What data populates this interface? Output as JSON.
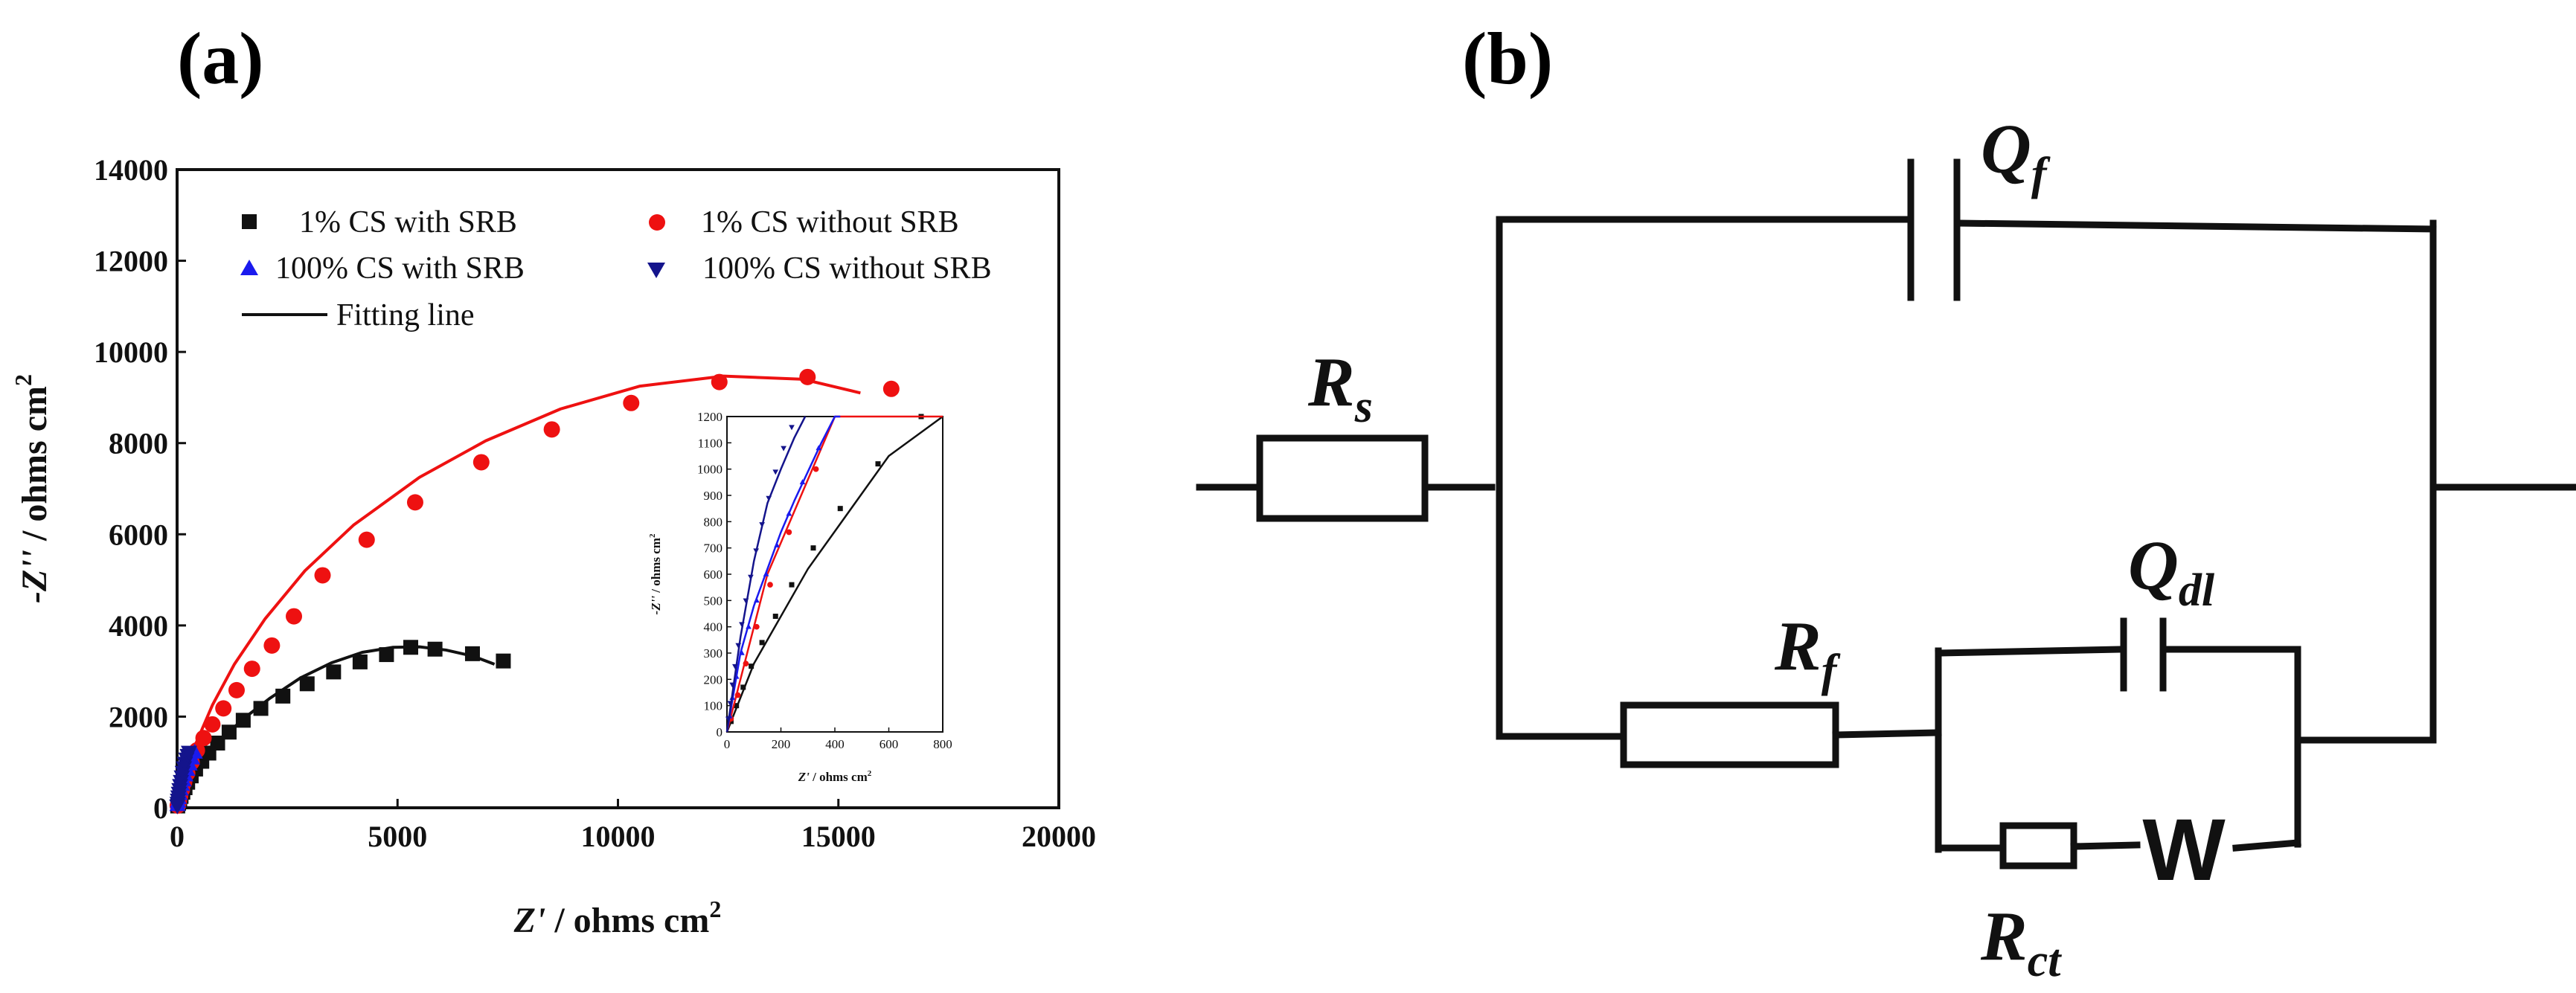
{
  "panels": {
    "a_label": "(a)",
    "b_label": "(b)"
  },
  "colors": {
    "black": "#111111",
    "red": "#ee1111",
    "blue": "#1a1aee",
    "navy": "#14148c"
  },
  "chart_data": [
    {
      "type": "scatter",
      "title": "",
      "xlabel_main": "Z'",
      "xlabel_rest": " / ohms cm",
      "xlabel_sup": "2",
      "ylabel_main": "-Z''",
      "ylabel_rest": " / ohms cm",
      "ylabel_sup": "2",
      "xlim": [
        0,
        20000
      ],
      "ylim": [
        0,
        14000
      ],
      "xticks": [
        "0",
        "5000",
        "10000",
        "15000",
        "20000"
      ],
      "yticks": [
        "0",
        "2000",
        "4000",
        "6000",
        "8000",
        "10000",
        "12000",
        "14000"
      ],
      "legend": {
        "placement": "top-left",
        "fit_label": "Fitting line"
      },
      "series": [
        {
          "name": "1% CS with SRB",
          "marker": "square",
          "color": "#111111",
          "x": [
            15,
            35,
            60,
            90,
            130,
            180,
            240,
            320,
            420,
            560,
            720,
            920,
            1180,
            1500,
            1900,
            2400,
            2950,
            3550,
            4150,
            4750,
            5300,
            5850,
            6700,
            7400
          ],
          "y": [
            40,
            100,
            170,
            250,
            340,
            440,
            560,
            700,
            850,
            1020,
            1200,
            1420,
            1660,
            1920,
            2180,
            2450,
            2720,
            2980,
            3200,
            3360,
            3520,
            3480,
            3380,
            3220
          ],
          "fit_x": [
            0,
            100,
            300,
            600,
            1000,
            1500,
            2100,
            2800,
            3500,
            4200,
            4900,
            5500,
            6100,
            6700,
            7200
          ],
          "fit_y": [
            0,
            260,
            620,
            1050,
            1500,
            1950,
            2400,
            2850,
            3180,
            3410,
            3520,
            3530,
            3460,
            3330,
            3150
          ]
        },
        {
          "name": "1% CS without SRB",
          "marker": "circle",
          "color": "#ee1111",
          "x": [
            15,
            40,
            70,
            110,
            160,
            230,
            330,
            450,
            600,
            800,
            1050,
            1350,
            1700,
            2150,
            2650,
            3300,
            4300,
            5400,
            6900,
            8500,
            10300,
            12300,
            14300,
            16200
          ],
          "y": [
            50,
            140,
            260,
            400,
            560,
            760,
            1000,
            1260,
            1530,
            1830,
            2180,
            2580,
            3050,
            3560,
            4200,
            5100,
            5880,
            6700,
            7580,
            8300,
            8880,
            9340,
            9450,
            9190
          ],
          "fit_x": [
            0,
            150,
            400,
            800,
            1300,
            2000,
            2900,
            4000,
            5500,
            7000,
            8700,
            10500,
            12400,
            14200,
            15500
          ],
          "fit_y": [
            0,
            600,
            1350,
            2250,
            3150,
            4150,
            5200,
            6200,
            7250,
            8050,
            8750,
            9250,
            9470,
            9400,
            9100
          ]
        },
        {
          "name": "100% CS with SRB",
          "marker": "triangle-up",
          "color": "#1a1aee",
          "x": [
            10,
            20,
            35,
            55,
            80,
            110,
            145,
            185,
            230,
            280,
            340,
            400
          ],
          "y": [
            60,
            130,
            210,
            300,
            400,
            500,
            600,
            710,
            830,
            950,
            1080,
            1210
          ],
          "fit_x": [
            0,
            50,
            100,
            150,
            200,
            250,
            300,
            350,
            400,
            420
          ],
          "fit_y": [
            0,
            300,
            480,
            620,
            760,
            880,
            990,
            1100,
            1200,
            1240
          ]
        },
        {
          "name": "100% CS without SRB",
          "marker": "triangle-down",
          "color": "#14148c",
          "x": [
            5,
            12,
            20,
            30,
            42,
            55,
            70,
            88,
            108,
            130,
            155,
            180,
            210,
            240,
            270
          ],
          "y": [
            50,
            110,
            180,
            250,
            330,
            410,
            500,
            590,
            690,
            790,
            890,
            990,
            1080,
            1160,
            1230
          ],
          "fit_x": [
            0,
            50,
            100,
            150,
            200,
            250,
            290
          ],
          "fit_y": [
            0,
            360,
            650,
            870,
            1000,
            1120,
            1230
          ]
        }
      ]
    },
    {
      "type": "scatter",
      "title": "",
      "xlabel_main": "Z'",
      "xlabel_rest": " / ohms cm",
      "xlabel_sup": "2",
      "ylabel_main": "-Z''",
      "ylabel_rest": " / ohms cm",
      "ylabel_sup": "2",
      "xlim": [
        0,
        800
      ],
      "ylim": [
        0,
        1200
      ],
      "xticks": [
        "0",
        "200",
        "400",
        "600",
        "800"
      ],
      "yticks": [
        "0",
        "100",
        "200",
        "300",
        "400",
        "500",
        "600",
        "700",
        "800",
        "900",
        "1000",
        "1100",
        "1200"
      ],
      "note": "inset, shares series with the main plot"
    }
  ],
  "circuit": {
    "Rs": {
      "main": "R",
      "sub": "s"
    },
    "Qf": {
      "main": "Q",
      "sub": "f"
    },
    "Rf": {
      "main": "R",
      "sub": "f"
    },
    "Qdl": {
      "main": "Q",
      "sub": "dl"
    },
    "Rct": {
      "main": "R",
      "sub": "ct"
    },
    "W": "W"
  }
}
